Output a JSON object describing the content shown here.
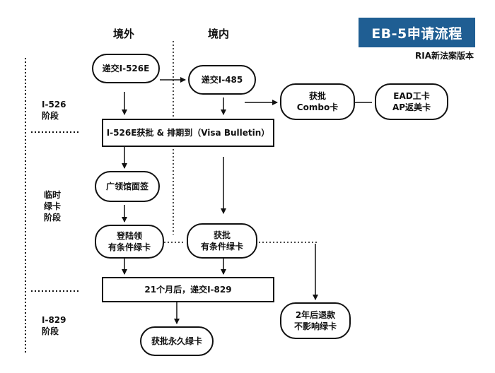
{
  "title": "EB-5申请流程",
  "subtitle": "RIA新法案版本",
  "columns": {
    "overseas": "境外",
    "domestic": "境内"
  },
  "stages": [
    {
      "id": "i526",
      "lines": [
        "I-526",
        "阶段"
      ]
    },
    {
      "id": "temp",
      "lines": [
        "临时",
        "绿卡",
        "阶段"
      ]
    },
    {
      "id": "i829",
      "lines": [
        "I-829",
        "阶段"
      ]
    }
  ],
  "nodes": {
    "submit_526e": [
      "递交I-526E"
    ],
    "submit_485": [
      "递交I-485"
    ],
    "combo_card": [
      "获批",
      "Combo卡"
    ],
    "ead_ap": [
      "EAD工卡",
      "AP返美卡"
    ],
    "approval_bulletin": [
      "I-526E获批 & 排期到（Visa Bulletin）"
    ],
    "consulate_interview": [
      "广领馆面签"
    ],
    "landing_conditional": [
      "登陆领",
      "有条件绿卡"
    ],
    "approved_conditional": [
      "获批",
      "有条件绿卡"
    ],
    "after_21_months": [
      "21个月后，递交I-829"
    ],
    "refund_2_years": [
      "2年后退款",
      "不影响绿卡"
    ],
    "permanent_card": [
      "获批永久绿卡"
    ]
  }
}
